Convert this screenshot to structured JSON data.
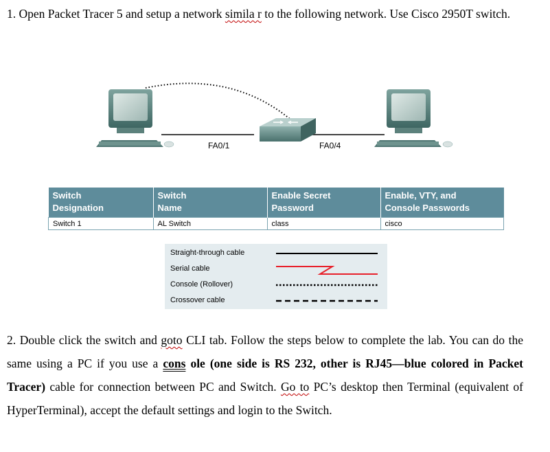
{
  "step1": {
    "prefix": "1. Open Packet Tracer 5 and setup a network ",
    "squiggle_word": "simila r",
    "suffix": " to the following network. Use Cisco 2950T switch."
  },
  "diagram": {
    "port_left": "FA0/1",
    "port_right": "FA0/4"
  },
  "table": {
    "headers": [
      [
        "Switch",
        "Designation"
      ],
      [
        "Switch",
        "Name"
      ],
      [
        "Enable Secret",
        "Password"
      ],
      [
        "Enable, VTY, and",
        "Console Passwords"
      ]
    ],
    "row": [
      "Switch 1",
      "AL Switch",
      "class",
      "cisco"
    ]
  },
  "legend": {
    "items": [
      {
        "label": "Straight-through cable",
        "style": "solid"
      },
      {
        "label": "Serial cable",
        "style": "serial"
      },
      {
        "label": "Console (Rollover)",
        "style": "dotted"
      },
      {
        "label": "Crossover cable",
        "style": "dashed"
      }
    ],
    "serial_color": "#e8202a"
  },
  "step2": {
    "t1": "2. Double click the switch and ",
    "goto": "goto",
    "t2": " CLI tab. Follow the steps below to complete the lab. You can do the same using a PC if you use a ",
    "cons": "cons",
    "bold_rest": " ole (one side is RS 232, other is RJ45—blue colored in Packet Tracer)",
    "t3": " cable for connection between PC and Switch. ",
    "go_to": "Go to",
    "t4": " PC’s desktop then Terminal (equivalent of HyperTerminal), accept the default settings and login to the Switch."
  }
}
